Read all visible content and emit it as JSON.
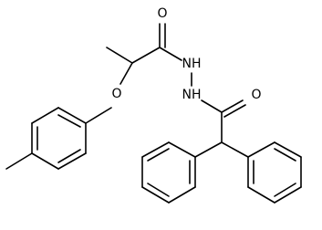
{
  "figure": {
    "description_visible": "",
    "background": "#ffffff",
    "bond_color": "#000000"
  },
  "atoms": {
    "o_carbonyl_top": "O",
    "nh_top": "NH",
    "nh_middle": "NH",
    "o_ether": "O",
    "o_carbonyl_bottom": "O"
  }
}
